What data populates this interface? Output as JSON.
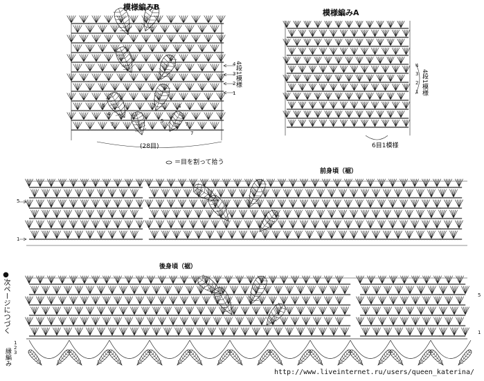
{
  "pattern_b": {
    "title": "模様編みB",
    "width_label": "(28目)",
    "repeat_label": "4段1模様",
    "row_marks": [
      "4",
      "3",
      "2",
      "1"
    ],
    "leaf_numbers": [
      "6",
      "4",
      "7",
      "6",
      "4",
      "7",
      "5",
      "3",
      "5",
      "6",
      "7"
    ]
  },
  "pattern_a": {
    "title": "模様編みA",
    "repeat_label_vertical": "4段1模様",
    "repeat_label_bottom": "6目1模様",
    "row_marks": [
      "4",
      "3",
      "2",
      "1"
    ]
  },
  "legend": {
    "symbol_text": "＝目を割って拾う"
  },
  "front_body": {
    "title": "前身頃（裾）",
    "rows": [
      "5",
      "1"
    ]
  },
  "back_body": {
    "title": "後身頃（裾）",
    "rows": [
      "5",
      "1"
    ],
    "edge_label": "縁編み",
    "edge_rows": [
      "1",
      "2",
      "3"
    ]
  },
  "side_note": "●次ページにつづく",
  "watermark": "http://www.liveinternet.ru/users/queen_katerina/"
}
